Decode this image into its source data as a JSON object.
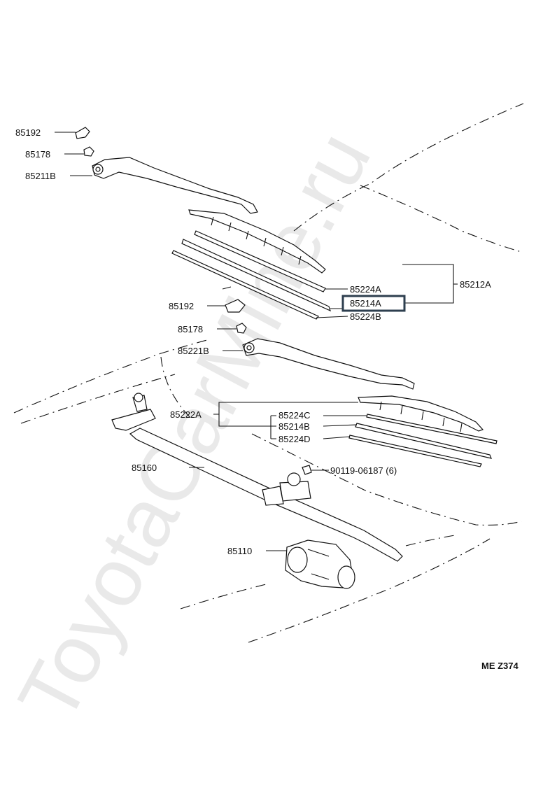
{
  "watermark": "ToyotaCarMine.ru",
  "diagram_code": "ME  Z374",
  "highlight_color": "#2e3f4f",
  "parts": {
    "p85192_top": "85192",
    "p85178_top": "85178",
    "p85211B": "85211B",
    "p85212A": "85212A",
    "p85224A": "85224A",
    "p85214A": "85214A",
    "p85224B": "85224B",
    "p85192_mid": "85192",
    "p85178_mid": "85178",
    "p85221B": "85221B",
    "p85222A": "85222A",
    "p85224C": "85224C",
    "p85214B": "85214B",
    "p85224D": "85224D",
    "p90119": "90119-06187 (6)",
    "p85160": "85160",
    "p85110": "85110"
  }
}
